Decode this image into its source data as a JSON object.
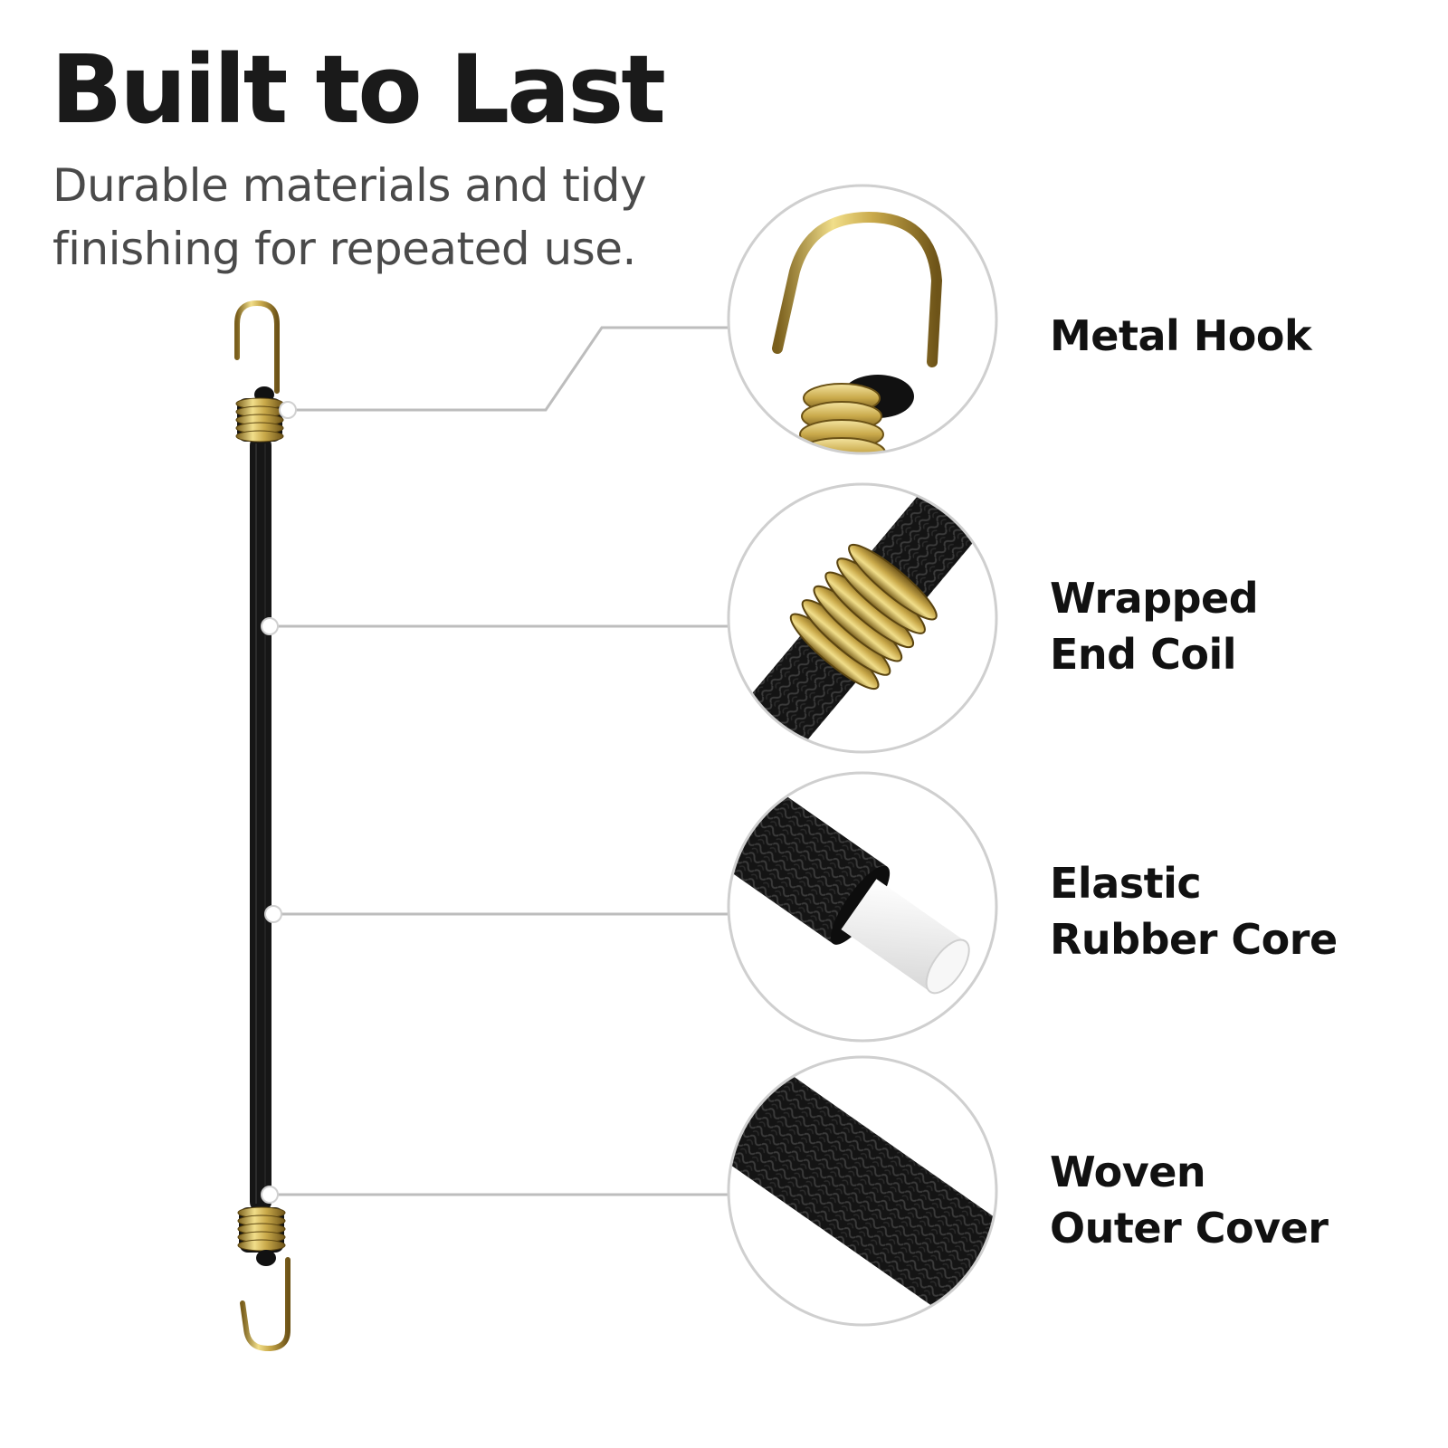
{
  "header": {
    "title": "Built to Last",
    "subtitle_line1": "Durable materials and tidy",
    "subtitle_line2": "finishing for repeated use."
  },
  "features": [
    {
      "line1": "Metal Hook",
      "line2": ""
    },
    {
      "line1": "Wrapped",
      "line2": "End Coil"
    },
    {
      "line1": "Elastic",
      "line2": "Rubber Core"
    },
    {
      "line1": "Woven",
      "line2": "Outer Cover"
    }
  ],
  "colors": {
    "background": "#ffffff",
    "cord": "#161616",
    "brass": "#c9a94a",
    "callout_line": "#bdbdbd",
    "core": "#f2f2f2"
  }
}
